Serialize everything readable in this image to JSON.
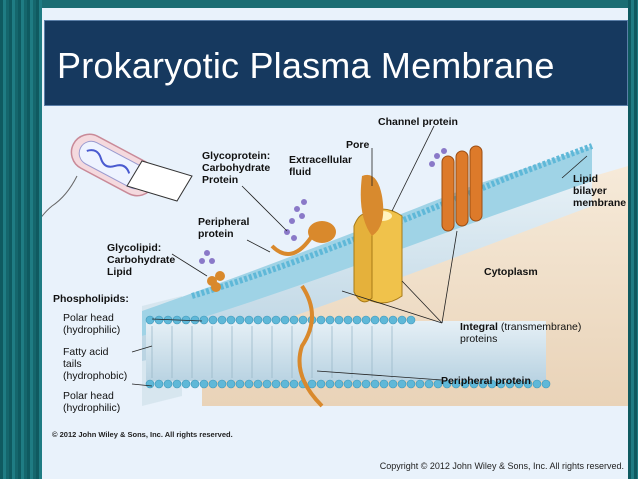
{
  "title": "Prokaryotic Plasma Membrane",
  "labels": {
    "channel_protein": "Channel protein",
    "pore": "Pore",
    "glycoprotein": "Glycoprotein:\nCarbohydrate\nProtein",
    "extracellular_fluid": "Extracellular\nfluid",
    "lipid_bilayer": "Lipid\nbilayer\nmembrane",
    "peripheral_protein_top": "Peripheral\nprotein",
    "glycolipid": "Glycolipid:\nCarbohydrate\nLipid",
    "cytoplasm": "Cytoplasm",
    "phospholipids": "Phospholipids:",
    "polar_head_top": "Polar head\n(hydrophilic)",
    "fatty_acid_tails": "Fatty acid\ntails\n(hydrophobic)",
    "polar_head_bottom": "Polar head\n(hydrophilic)",
    "integral_proteins_bold": "Integral",
    "integral_proteins_rest": " (transmembrane)\nproteins",
    "peripheral_protein_bottom": "Peripheral protein"
  },
  "figure_copyright": "© 2012 John Wiley & Sons, Inc. All rights reserved.",
  "slide_copyright": "Copyright © 2012 John Wiley & Sons, Inc. All rights reserved.",
  "colors": {
    "title_bg": "#16395f",
    "slide_bg": "#e9f2fb",
    "membrane_head": "#6fc1dc",
    "membrane_tail": "#cfe3ee",
    "protein": "#d98a2b",
    "channel": "#f2c85a",
    "cytoplasm": "#f1e2cf"
  }
}
